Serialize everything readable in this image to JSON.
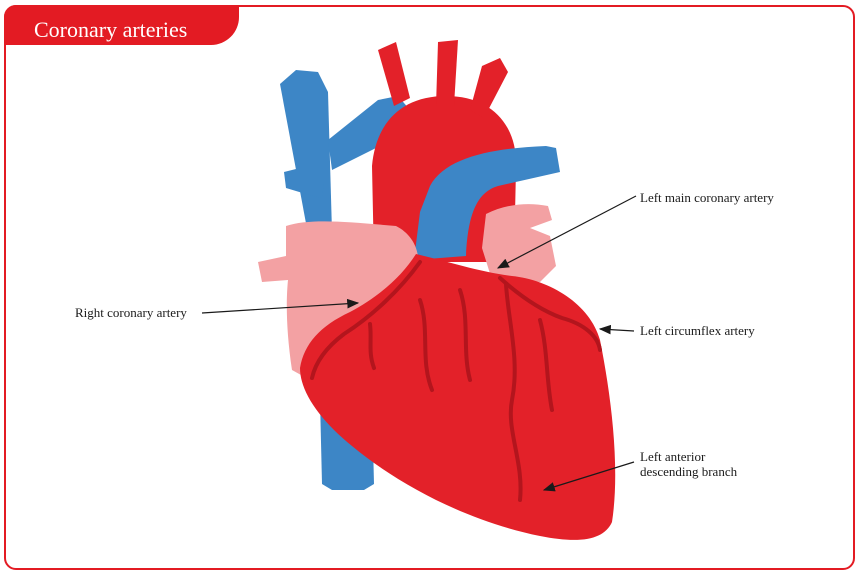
{
  "title": "Coronary arteries",
  "colors": {
    "frame": "#e31b23",
    "artery_red": "#e32129",
    "vessel_blue": "#3d86c6",
    "atrium_pink": "#f3a1a3",
    "coronary_dark": "#b3151d"
  },
  "labels": {
    "right_coronary": "Right coronary artery",
    "left_main": "Left main coronary artery",
    "left_circumflex": "Left circumflex artery",
    "left_anterior_line1": "Left anterior",
    "left_anterior_line2": "descending branch"
  }
}
